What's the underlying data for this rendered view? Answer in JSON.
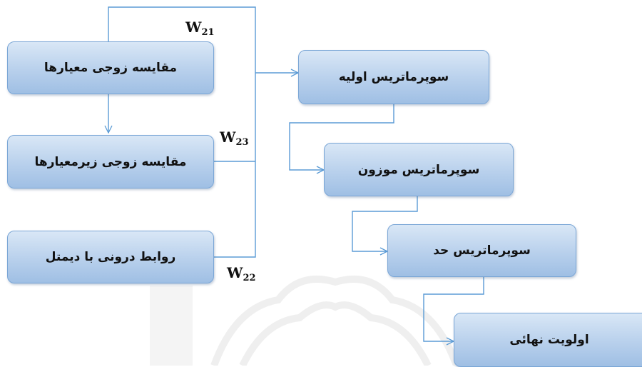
{
  "boxes": {
    "criteria_pairwise": "مقایسه زوجی معیارها",
    "subcriteria_pairwise": "مقایسه زوجی زیرمعیارها",
    "dematel_relations": "روابط درونی با دیمتل",
    "initial_supermatrix": "سوپرماتریس اولیه",
    "weighted_supermatrix": "سوپرماتریس موزون",
    "limit_supermatrix": "سوپرماتریس حد",
    "final_priority": "اولویت نهائی"
  },
  "labels": {
    "w21": {
      "base": "W",
      "sub": "21"
    },
    "w23": {
      "base": "W",
      "sub": "23"
    },
    "w22": {
      "base": "W",
      "sub": "22"
    }
  },
  "colors": {
    "line": "#5b9bd5",
    "box_border": "#7aa6d6",
    "box_fill_top": "#d9e7f6",
    "box_fill_bottom": "#9fbfe4"
  }
}
